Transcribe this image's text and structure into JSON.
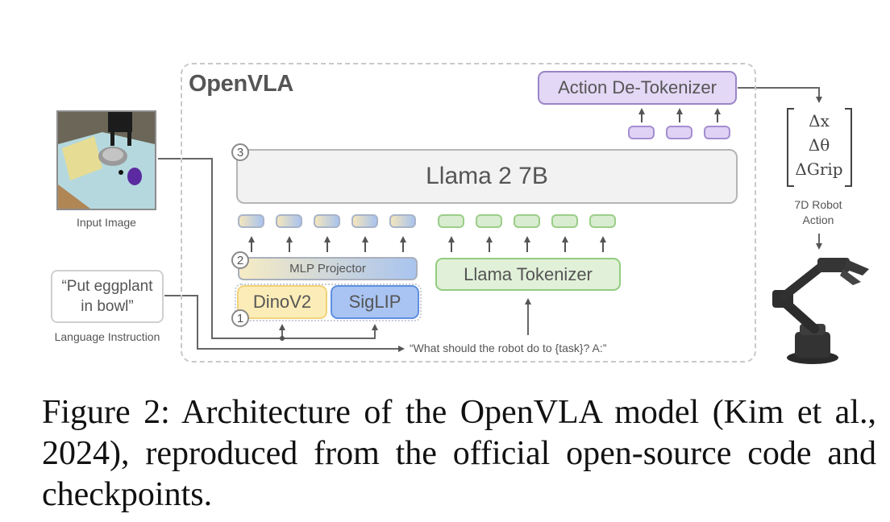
{
  "diagram": {
    "title": "OpenVLA",
    "components": {
      "llm": {
        "label": "Llama 2 7B",
        "step": "3"
      },
      "action_detokenizer": {
        "label": "Action De-Tokenizer"
      },
      "mlp_projector": {
        "label": "MLP Projector",
        "step": "2"
      },
      "vision_encoders": {
        "step": "1",
        "dino": "DinoV2",
        "siglip": "SigLIP"
      },
      "text_tokenizer": {
        "label": "Llama Tokenizer"
      }
    },
    "token_counts": {
      "action": 3,
      "vision": 5,
      "language": 5
    },
    "inputs": {
      "image_caption": "Input Image",
      "instruction_text": "“Put eggplant in bowl”",
      "instruction_line1": "“Put eggplant",
      "instruction_line2": "in bowl”",
      "instruction_caption": "Language Instruction",
      "prompt_template": "“What should the robot do to {task}? A:”"
    },
    "output": {
      "vector_rows": [
        "Δx",
        "Δθ",
        "ΔGrip"
      ],
      "label_line1": "7D Robot",
      "label_line2": "Action"
    },
    "colors": {
      "action": "#e3d8f5",
      "vision_dino": "#fcecb7",
      "vision_siglip": "#a9c4f2",
      "language": "#e1f1d9",
      "llm": "#f2f2f2"
    }
  },
  "caption": {
    "text": "Figure 2: Architecture of the OpenVLA model (Kim et al., 2024), reproduced from the official open-source code and checkpoints."
  }
}
